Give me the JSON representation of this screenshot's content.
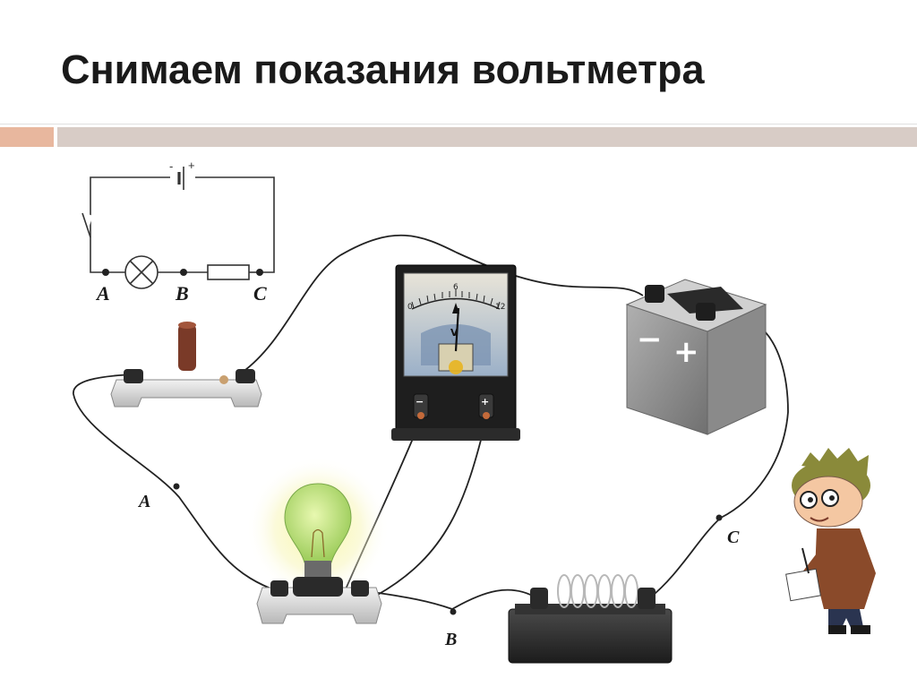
{
  "slide": {
    "title": "Снимаем показания вольтметра"
  },
  "schematic": {
    "point_a": "A",
    "point_b": "B",
    "point_c": "C",
    "minus_sign": "-",
    "plus_sign": "+"
  },
  "picture": {
    "wire_label_a": "A",
    "wire_label_b": "B",
    "wire_label_c": "C",
    "voltmeter_scale": [
      "0",
      "6",
      "12"
    ],
    "voltmeter_symbol": "V",
    "voltmeter_minus": "−",
    "voltmeter_plus": "+",
    "battery_minus": "−",
    "battery_plus": "+"
  },
  "colors": {
    "title": "#1a1a1a",
    "accent_bar": "#e8b79e",
    "main_bar": "#d8ccc6",
    "wire": "#222222",
    "bulb_glass": "#b8e07a",
    "bulb_glow": "#f8f6b0"
  }
}
